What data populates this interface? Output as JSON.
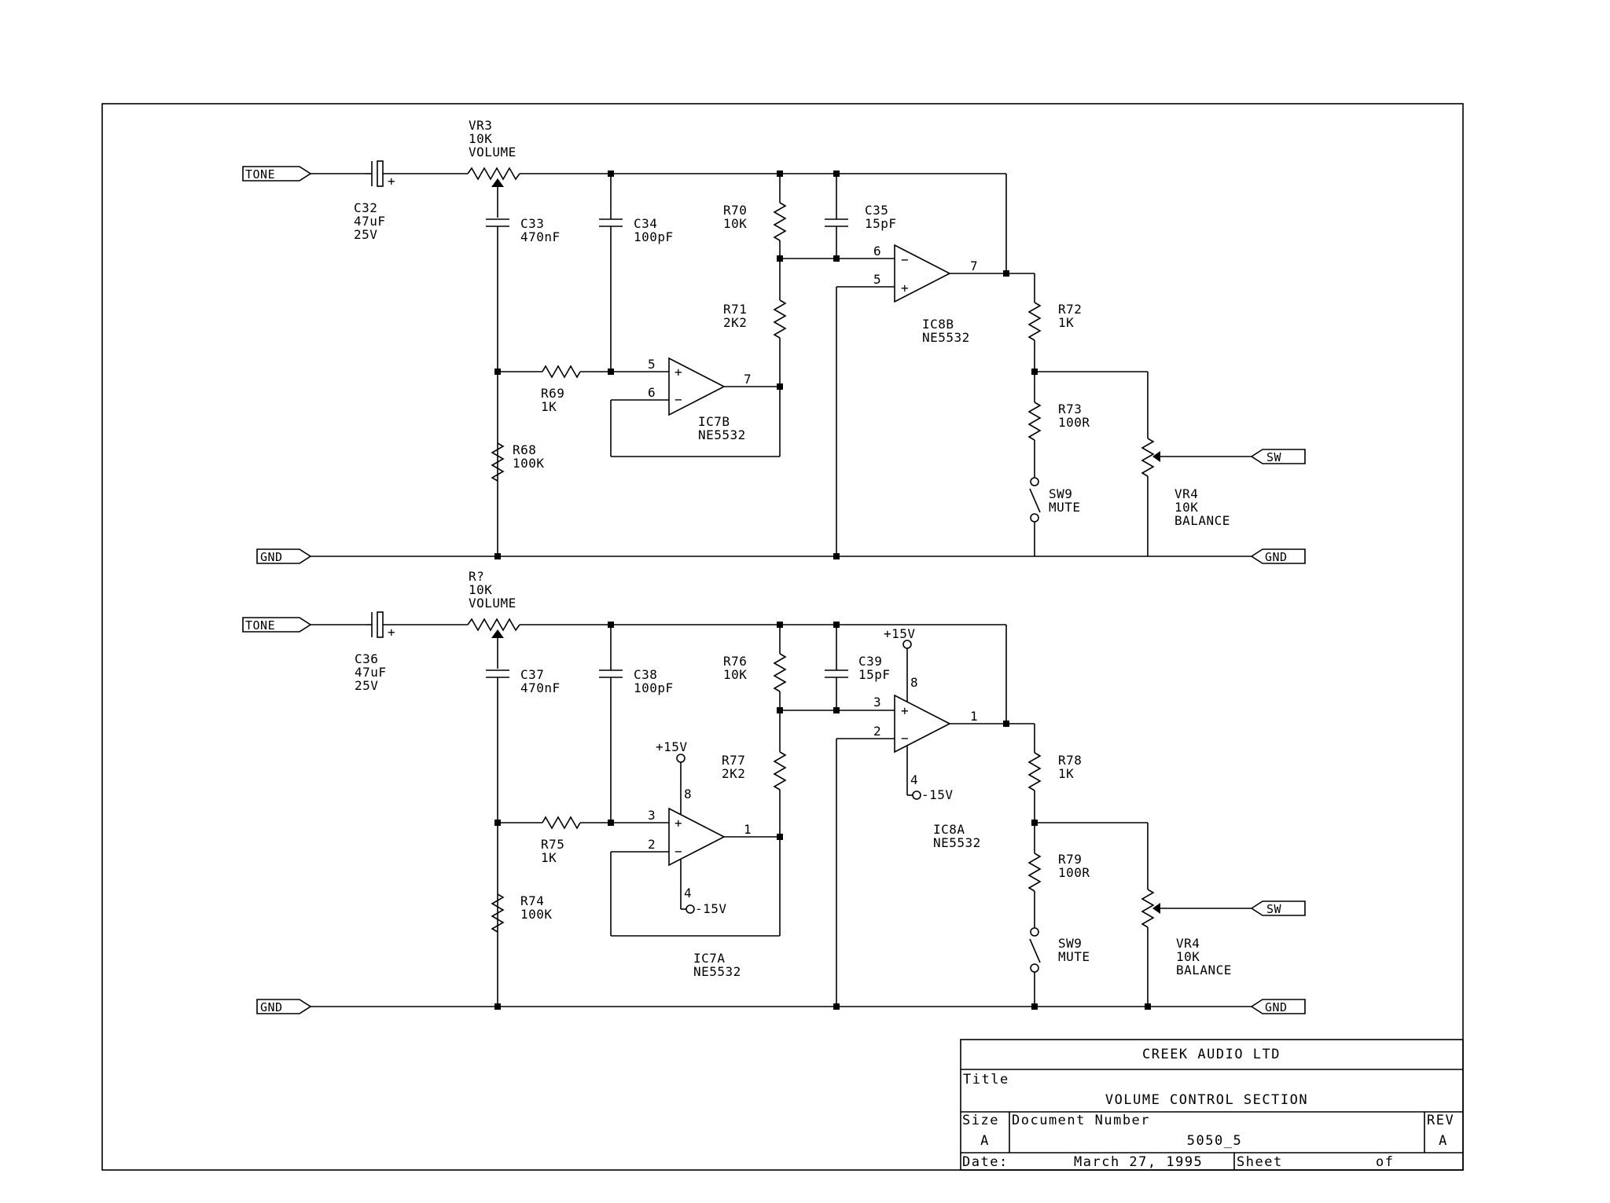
{
  "ports": {
    "tone": "TONE",
    "gnd": "GND",
    "sw": "SW"
  },
  "top": {
    "c32": [
      "C32",
      "47uF",
      "25V"
    ],
    "vr3": [
      "VR3",
      "10K",
      "VOLUME"
    ],
    "c33": [
      "C33",
      "470nF"
    ],
    "c34": [
      "C34",
      "100pF"
    ],
    "r70": [
      "R70",
      "10K"
    ],
    "c35": [
      "C35",
      "15pF"
    ],
    "r71": [
      "R71",
      "2K2"
    ],
    "ic8b": [
      "IC8B",
      "NE5532"
    ],
    "r72": [
      "R72",
      "1K"
    ],
    "r69": [
      "R69",
      "1K"
    ],
    "ic7b": [
      "IC7B",
      "NE5532"
    ],
    "r68": [
      "R68",
      "100K"
    ],
    "r73": [
      "R73",
      "100R"
    ],
    "sw9": [
      "SW9",
      "MUTE"
    ],
    "vr4": [
      "VR4",
      "10K",
      "BALANCE"
    ],
    "pins": {
      "ic8b_inv": "6",
      "ic8b_non": "5",
      "ic8b_out": "7",
      "ic7b_non": "5",
      "ic7b_inv": "6",
      "ic7b_out": "7"
    }
  },
  "bottom": {
    "c36": [
      "C36",
      "47uF",
      "25V"
    ],
    "rq": [
      "R?",
      "10K",
      "VOLUME"
    ],
    "c37": [
      "C37",
      "470nF"
    ],
    "c38": [
      "C38",
      "100pF"
    ],
    "r76": [
      "R76",
      "10K"
    ],
    "c39": [
      "C39",
      "15pF"
    ],
    "r77": [
      "R77",
      "2K2"
    ],
    "ic8a": [
      "IC8A",
      "NE5532"
    ],
    "r78": [
      "R78",
      "1K"
    ],
    "r75": [
      "R75",
      "1K"
    ],
    "ic7a": [
      "IC7A",
      "NE5532"
    ],
    "r74": [
      "R74",
      "100K"
    ],
    "r79": [
      "R79",
      "100R"
    ],
    "sw9": [
      "SW9",
      "MUTE"
    ],
    "vr4": [
      "VR4",
      "10K",
      "BALANCE"
    ],
    "supply_pos": "+15V",
    "supply_neg": "-15V",
    "pins": {
      "ic8a_non": "3",
      "ic8a_inv": "2",
      "ic8a_out": "1",
      "ic8a_vplus": "8",
      "ic8a_vminus": "4",
      "ic7a_non": "3",
      "ic7a_inv": "2",
      "ic7a_out": "1",
      "ic7a_vplus": "8",
      "ic7a_vminus": "4"
    }
  },
  "title_block": {
    "company": "CREEK AUDIO LTD",
    "title_label": "Title",
    "title": "VOLUME CONTROL SECTION",
    "size_label": "Size",
    "size": "A",
    "docnum_label": "Document Number",
    "docnum": "5050_5",
    "rev_label": "REV",
    "rev": "A",
    "date_label": "Date:",
    "date": "March 27, 1995",
    "sheet_label": "Sheet",
    "of_label": "of"
  }
}
